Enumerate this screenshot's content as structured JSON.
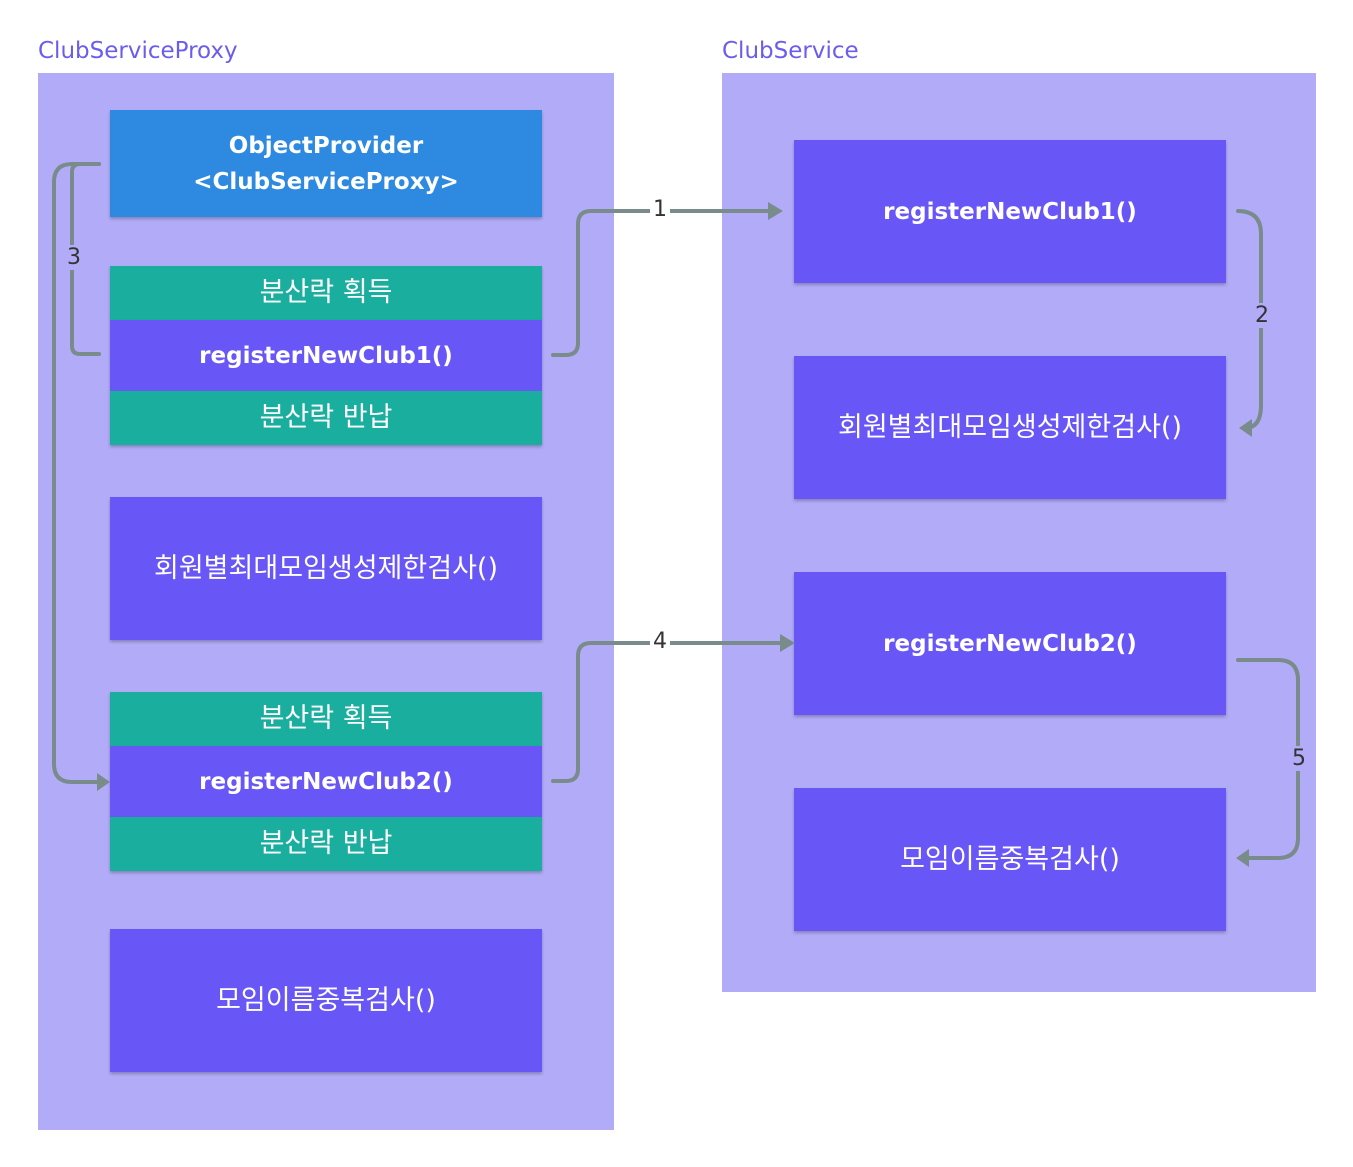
{
  "left_container": {
    "title": "ClubServiceProxy",
    "object_provider_line1": "ObjectProvider",
    "object_provider_line2": "<ClubServiceProxy>",
    "lock_acquire_1": "분산락 획득",
    "method_1": "registerNewClub1()",
    "lock_release_1": "분산락 반납",
    "check_1": "회원별최대모임생성제한검사()",
    "lock_acquire_2": "분산락 획득",
    "method_2": "registerNewClub2()",
    "lock_release_2": "분산락 반납",
    "check_2": "모임이름중복검사()"
  },
  "right_container": {
    "title": "ClubService",
    "method_1": "registerNewClub1()",
    "check_1": "회원별최대모임생성제한검사()",
    "method_2": "registerNewClub2()",
    "check_2": "모임이름중복검사()"
  },
  "steps": [
    "1",
    "2",
    "3",
    "4",
    "5"
  ],
  "colors": {
    "container": "#b2acf8",
    "method_box": "#6857f6",
    "lock_box": "#1aae9f",
    "provider_box": "#2d8ae0",
    "title_text": "#6b5cf0",
    "arrow": "#7a8b8b"
  }
}
